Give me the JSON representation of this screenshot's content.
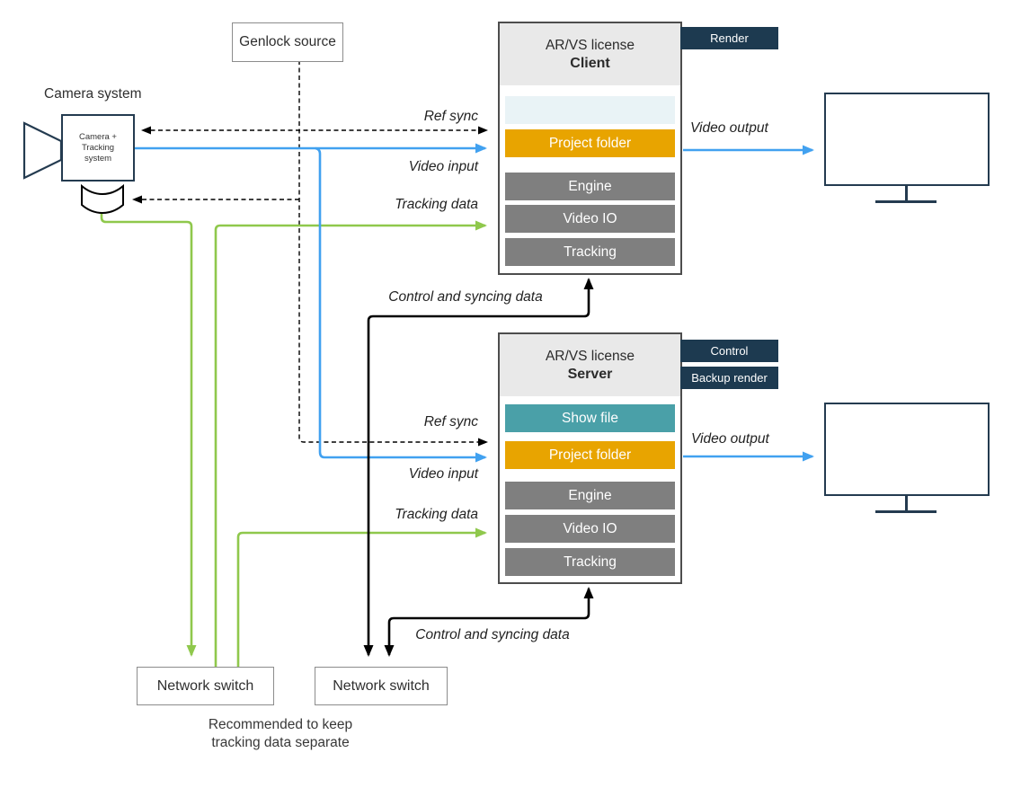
{
  "colors": {
    "blue": "#41A1F0",
    "green": "#8FC84C",
    "black": "#000000",
    "navy": "#1D3A50",
    "orange": "#E8A400",
    "teal": "#4AA0A8",
    "gray_module": "#7F7F7F",
    "pale_slot": "#E9F3F6",
    "header_bg": "#E9E9E9",
    "outline_dark": "#243B50",
    "white": "#FFFFFF"
  },
  "camera": {
    "title": "Camera system",
    "line1": "Camera +",
    "line2": "Tracking",
    "line3": "system"
  },
  "genlock": {
    "label": "Genlock source"
  },
  "client": {
    "license": "AR/VS license",
    "name": "Client",
    "modules": {
      "project_folder": "Project folder",
      "engine": "Engine",
      "video_io": "Video IO",
      "tracking": "Tracking"
    },
    "tag_render": "Render"
  },
  "server": {
    "license": "AR/VS license",
    "name": "Server",
    "modules": {
      "show_file": "Show file",
      "project_folder": "Project folder",
      "engine": "Engine",
      "video_io": "Video IO",
      "tracking": "Tracking"
    },
    "tag_control": "Control",
    "tag_backup": "Backup render"
  },
  "edges": {
    "client_ref_sync": "Ref sync",
    "client_video_input": "Video input",
    "client_tracking_data": "Tracking data",
    "client_video_output": "Video output",
    "client_control": "Control and syncing data",
    "server_ref_sync": "Ref sync",
    "server_video_input": "Video input",
    "server_tracking_data": "Tracking data",
    "server_video_output": "Video output",
    "server_control": "Control and syncing data"
  },
  "switches": {
    "left": "Network switch",
    "right": "Network switch"
  },
  "note": {
    "line1": "Recommended to keep",
    "line2": "tracking data separate"
  }
}
